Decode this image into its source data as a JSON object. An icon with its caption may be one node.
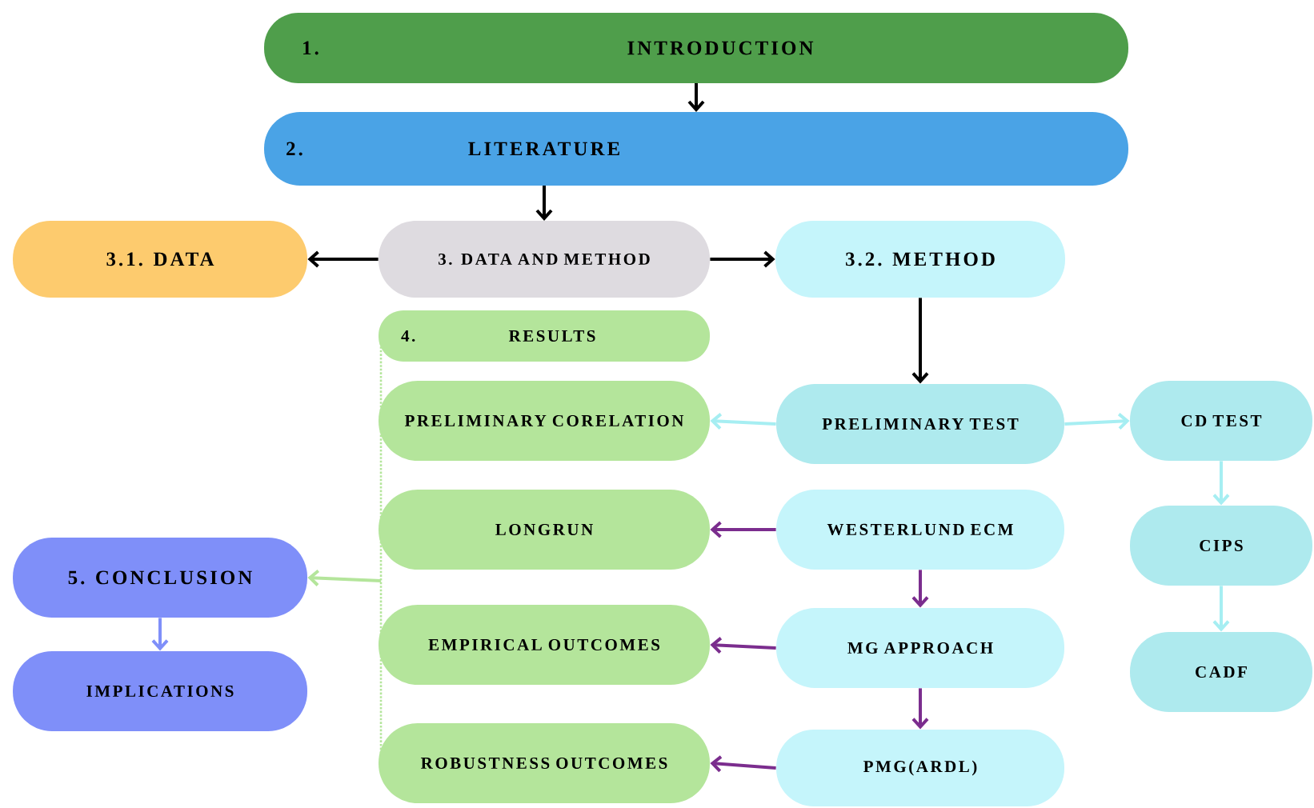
{
  "diagram": {
    "nodes": [
      {
        "text": [
          "1.",
          "INTRODUCTION"
        ]
      },
      {
        "text": [
          "2.",
          "LITERATURE"
        ]
      },
      {
        "text": [
          "3.1. DATA"
        ]
      },
      {
        "text": [
          "3. DATA AND METHOD"
        ]
      },
      {
        "text": [
          "3.2. METHOD"
        ]
      },
      {
        "text": [
          "4.",
          "RESULTS"
        ]
      },
      {
        "text": [
          "PRELIMINARY CORELATION"
        ]
      },
      {
        "text": [
          "PRELIMINARY TEST"
        ]
      },
      {
        "text": [
          "CD TEST"
        ]
      },
      {
        "text": [
          "LONGRUN"
        ]
      },
      {
        "text": [
          "WESTERLUND ECM"
        ]
      },
      {
        "text": [
          "5. CONCLUSION"
        ]
      },
      {
        "text": [
          "CIPS"
        ]
      },
      {
        "text": [
          "EMPIRICAL OUTCOMES"
        ]
      },
      {
        "text": [
          "MG APPROACH"
        ]
      },
      {
        "text": [
          "IMPLICATIONS"
        ]
      },
      {
        "text": [
          "CADF"
        ]
      },
      {
        "text": [
          "ROBUSTNESS OUTCOMES"
        ]
      },
      {
        "text": [
          "PMG(ARDL)"
        ]
      }
    ],
    "edges": [
      {
        "from": 0,
        "to": 1,
        "arrow": "to"
      },
      {
        "from": 1,
        "to": 3,
        "arrow": "to"
      },
      {
        "from": 3,
        "to": 2,
        "arrow": "to"
      },
      {
        "from": 3,
        "to": 4,
        "arrow": "to"
      },
      {
        "from": 4,
        "to": 7,
        "arrow": "to"
      },
      {
        "from": 7,
        "to": 6,
        "arrow": "to",
        "color": "#a6eef2"
      },
      {
        "from": 7,
        "to": 8,
        "arrow": "to",
        "color": "#a6eef2"
      },
      {
        "from": 8,
        "to": 12,
        "arrow": "to",
        "color": "#a6eef2"
      },
      {
        "from": 12,
        "to": 16,
        "arrow": "to",
        "color": "#a6eef2"
      },
      {
        "from": 10,
        "to": 9,
        "arrow": "to",
        "color": "#7b2d8e"
      },
      {
        "from": 10,
        "to": 14,
        "arrow": "to",
        "color": "#7b2d8e"
      },
      {
        "from": 14,
        "to": 13,
        "arrow": "to",
        "color": "#7b2d8e"
      },
      {
        "from": 14,
        "to": 18,
        "arrow": "to",
        "color": "#7b2d8e"
      },
      {
        "from": 18,
        "to": 17,
        "arrow": "to",
        "color": "#7b2d8e"
      },
      {
        "from": null,
        "to": 11,
        "arrow": "to",
        "color": "#b4e59b"
      },
      {
        "from": 11,
        "to": 15,
        "arrow": "to",
        "color": "#7f8ff9"
      }
    ]
  }
}
